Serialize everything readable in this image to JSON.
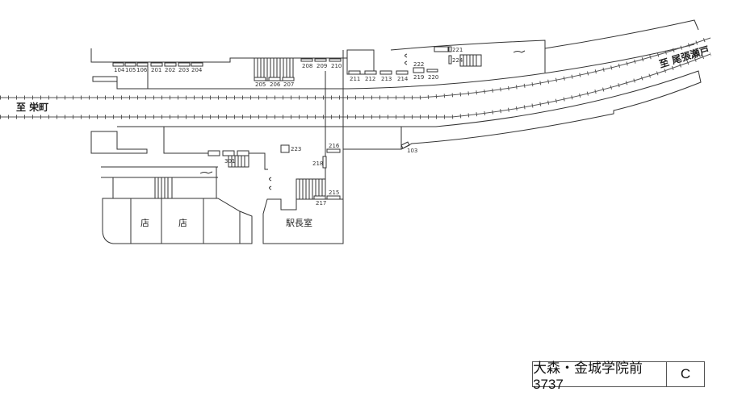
{
  "directions": {
    "west": "至 栄町",
    "east": "至 尾張瀬戸"
  },
  "rooms": {
    "shop_1": "店",
    "shop_2": "店",
    "stationmaster": "駅長室"
  },
  "facility_numbers": [
    "104",
    "105",
    "106",
    "201",
    "202",
    "203",
    "204",
    "205",
    "206",
    "207",
    "208",
    "209",
    "210",
    "211",
    "212",
    "213",
    "214",
    "219",
    "220",
    "222",
    "221",
    "224",
    "223",
    "216",
    "218",
    "215",
    "217",
    "301",
    "103"
  ],
  "title_block": {
    "station": "大森・金城学院前 3737",
    "code": "C"
  }
}
